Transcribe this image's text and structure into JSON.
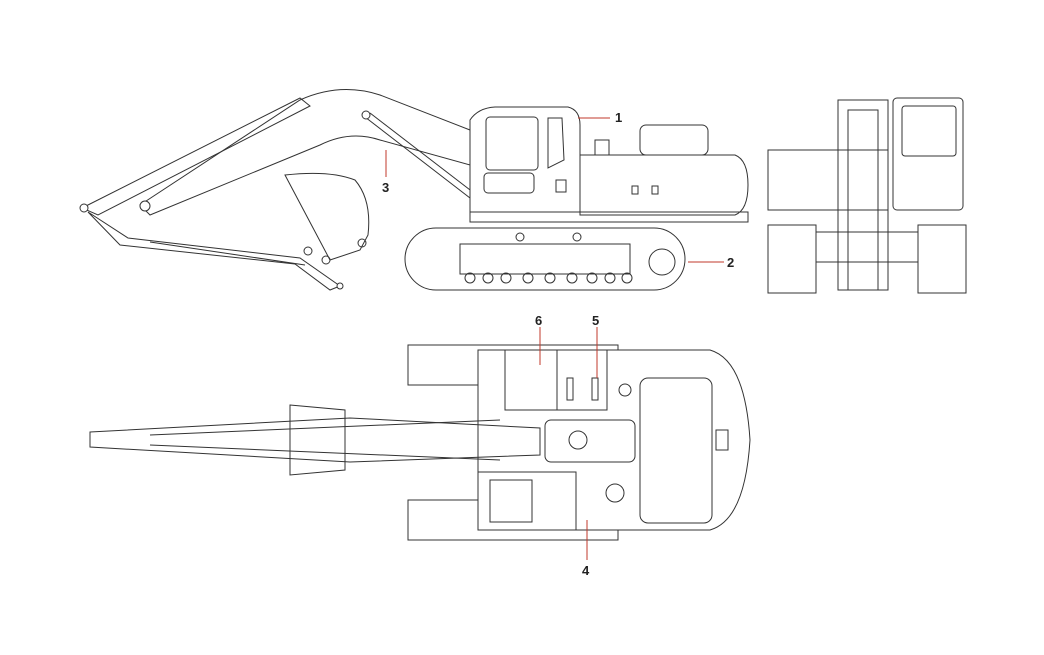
{
  "diagram": {
    "title": "",
    "callouts": [
      {
        "id": "1",
        "label": "1",
        "target": "cab"
      },
      {
        "id": "2",
        "label": "2",
        "target": "crawler-track"
      },
      {
        "id": "3",
        "label": "3",
        "target": "boom"
      },
      {
        "id": "4",
        "label": "4",
        "target": "counterweight-side-panel"
      },
      {
        "id": "5",
        "label": "5",
        "target": "hydraulic-tank"
      },
      {
        "id": "6",
        "label": "6",
        "target": "fuel-tank"
      }
    ],
    "views": [
      "side-view",
      "front-view",
      "top-view"
    ],
    "colors": {
      "line": "#333333",
      "leader": "#c0392b",
      "background": "#ffffff"
    }
  }
}
